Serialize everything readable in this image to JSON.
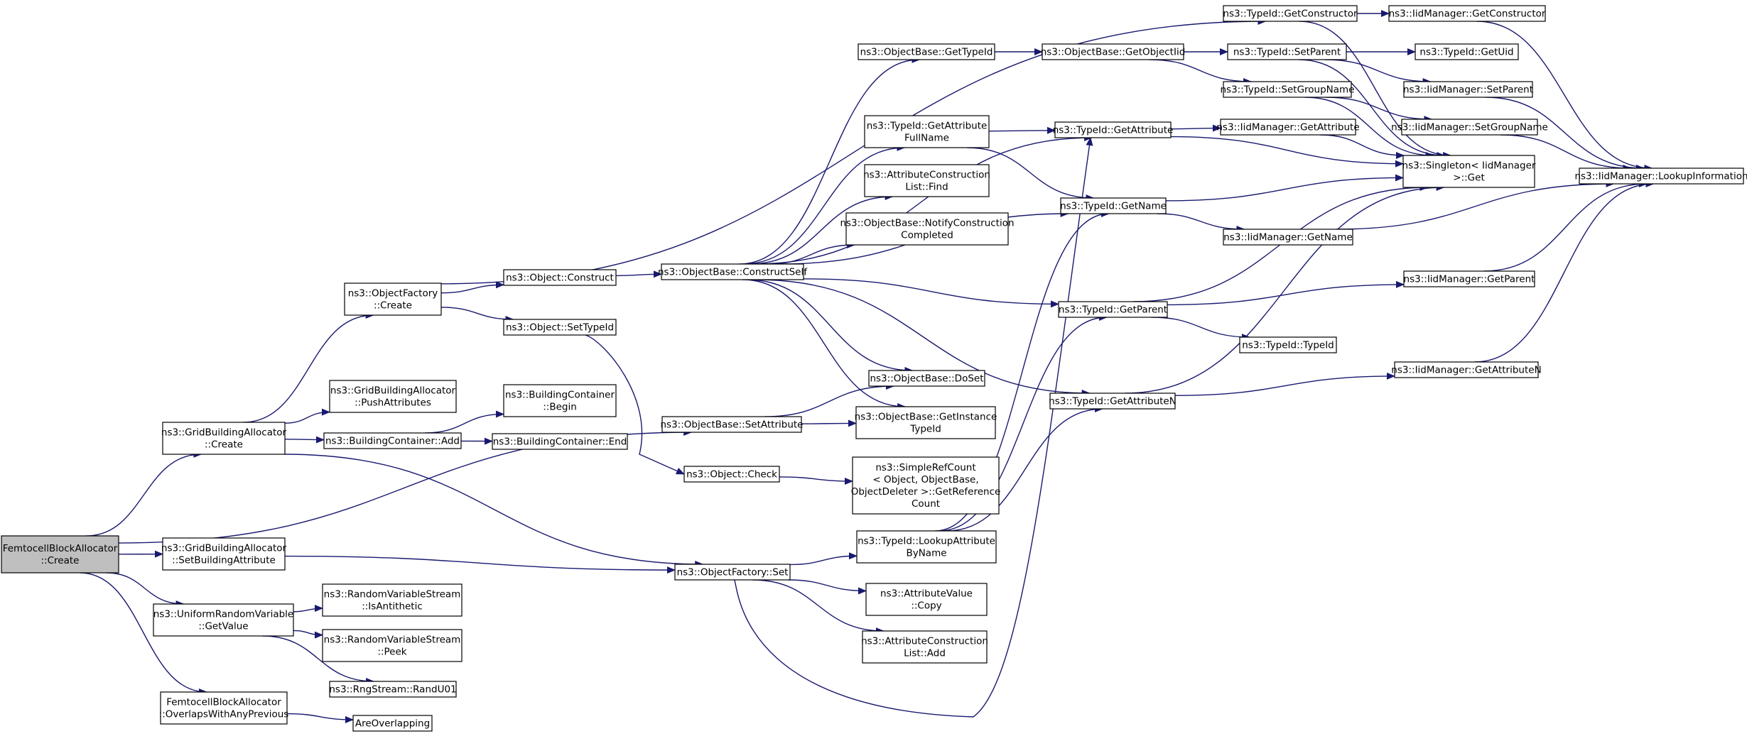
{
  "colors": {
    "edge": "#191970",
    "node_border": "#000000",
    "root_fill": "#bfbfbf",
    "node_fill": "#ffffff"
  },
  "nodes": {
    "femto_create": {
      "lines": [
        "FemtocellBlockAllocator",
        "::Create"
      ],
      "root": true
    },
    "grid_create": {
      "lines": [
        "ns3::GridBuildingAllocator",
        "::Create"
      ]
    },
    "grid_setattr": {
      "lines": [
        "ns3::GridBuildingAllocator",
        "::SetBuildingAttribute"
      ]
    },
    "urv_getvalue": {
      "lines": [
        "ns3::UniformRandomVariable",
        "::GetValue"
      ]
    },
    "femto_overlaps": {
      "lines": [
        "FemtocellBlockAllocator",
        "::OverlapsWithAnyPrevious"
      ]
    },
    "of_create": {
      "lines": [
        "ns3::ObjectFactory",
        "::Create"
      ]
    },
    "grid_push": {
      "lines": [
        "ns3::GridBuildingAllocator",
        "::PushAttributes"
      ]
    },
    "bc_add": {
      "lines": [
        "ns3::BuildingContainer::Add"
      ]
    },
    "rvs_anti": {
      "lines": [
        "ns3::RandomVariableStream",
        "::IsAntithetic"
      ]
    },
    "rvs_peek": {
      "lines": [
        "ns3::RandomVariableStream",
        "::Peek"
      ]
    },
    "rng_randu": {
      "lines": [
        "ns3::RngStream::RandU01"
      ]
    },
    "are_overlapping": {
      "lines": [
        "AreOverlapping"
      ]
    },
    "obj_construct": {
      "lines": [
        "ns3::Object::Construct"
      ]
    },
    "obj_settypeid": {
      "lines": [
        "ns3::Object::SetTypeId"
      ]
    },
    "bc_begin": {
      "lines": [
        "ns3::BuildingContainer",
        "::Begin"
      ]
    },
    "bc_end": {
      "lines": [
        "ns3::BuildingContainer::End"
      ]
    },
    "ob_setattr": {
      "lines": [
        "ns3::ObjectBase::SetAttribute"
      ]
    },
    "obj_check": {
      "lines": [
        "ns3::Object::Check"
      ]
    },
    "of_set": {
      "lines": [
        "ns3::ObjectFactory::Set"
      ]
    },
    "ob_constructself": {
      "lines": [
        "ns3::ObjectBase::ConstructSelf"
      ]
    },
    "ob_gettypeid": {
      "lines": [
        "ns3::ObjectBase::GetTypeId"
      ]
    },
    "tid_getattrfull": {
      "lines": [
        "ns3::TypeId::GetAttribute",
        "FullName"
      ]
    },
    "acl_find": {
      "lines": [
        "ns3::AttributeConstruction",
        "List::Find"
      ]
    },
    "ob_notify": {
      "lines": [
        "ns3::ObjectBase::NotifyConstruction",
        "Completed"
      ]
    },
    "ob_doset": {
      "lines": [
        "ns3::ObjectBase::DoSet"
      ]
    },
    "ob_getinst": {
      "lines": [
        "ns3::ObjectBase::GetInstance",
        "TypeId"
      ]
    },
    "src_getref": {
      "lines": [
        "ns3::SimpleRefCount",
        "< Object, ObjectBase,",
        "ObjectDeleter >::GetReference",
        "Count"
      ]
    },
    "tid_lookupattr": {
      "lines": [
        "ns3::TypeId::LookupAttribute",
        "ByName"
      ]
    },
    "av_copy": {
      "lines": [
        "ns3::AttributeValue",
        "::Copy"
      ]
    },
    "acl_add": {
      "lines": [
        "ns3::AttributeConstruction",
        "List::Add"
      ]
    },
    "ob_getobjectiid": {
      "lines": [
        "ns3::ObjectBase::GetObjectIid"
      ]
    },
    "tid_getattr": {
      "lines": [
        "ns3::TypeId::GetAttribute"
      ]
    },
    "tid_getname": {
      "lines": [
        "ns3::TypeId::GetName"
      ]
    },
    "tid_getparent": {
      "lines": [
        "ns3::TypeId::GetParent"
      ]
    },
    "tid_getattrn": {
      "lines": [
        "ns3::TypeId::GetAttributeN"
      ]
    },
    "tid_getconstructor": {
      "lines": [
        "ns3::TypeId::GetConstructor"
      ]
    },
    "tid_setparent": {
      "lines": [
        "ns3::TypeId::SetParent"
      ]
    },
    "tid_setgroupname": {
      "lines": [
        "ns3::TypeId::SetGroupName"
      ]
    },
    "iid_getattr": {
      "lines": [
        "ns3::IidManager::GetAttribute"
      ]
    },
    "iid_getname": {
      "lines": [
        "ns3::IidManager::GetName"
      ]
    },
    "tid_typeid": {
      "lines": [
        "ns3::TypeId::TypeId"
      ]
    },
    "iid_getconstructor": {
      "lines": [
        "ns3::IidManager::GetConstructor"
      ]
    },
    "tid_getuid": {
      "lines": [
        "ns3::TypeId::GetUid"
      ]
    },
    "iid_setparent": {
      "lines": [
        "ns3::IidManager::SetParent"
      ]
    },
    "iid_setgroupname": {
      "lines": [
        "ns3::IidManager::SetGroupName"
      ]
    },
    "singleton_get": {
      "lines": [
        "ns3::Singleton< IidManager",
        ">::Get"
      ]
    },
    "iid_getparent": {
      "lines": [
        "ns3::IidManager::GetParent"
      ]
    },
    "iid_getattrn": {
      "lines": [
        "ns3::IidManager::GetAttributeN"
      ]
    },
    "iid_lookupinfo": {
      "lines": [
        "ns3::IidManager::LookupInformation"
      ]
    }
  },
  "edges": [
    [
      "femto_create",
      "grid_create"
    ],
    [
      "femto_create",
      "grid_setattr"
    ],
    [
      "femto_create",
      "urv_getvalue"
    ],
    [
      "femto_create",
      "femto_overlaps"
    ],
    [
      "femto_create",
      "ob_setattr"
    ],
    [
      "grid_create",
      "of_create"
    ],
    [
      "grid_create",
      "grid_push"
    ],
    [
      "grid_create",
      "bc_add"
    ],
    [
      "grid_create",
      "of_set"
    ],
    [
      "grid_setattr",
      "of_set"
    ],
    [
      "urv_getvalue",
      "rvs_anti"
    ],
    [
      "urv_getvalue",
      "rvs_peek"
    ],
    [
      "urv_getvalue",
      "rng_randu"
    ],
    [
      "femto_overlaps",
      "are_overlapping"
    ],
    [
      "of_create",
      "tid_getconstructor"
    ],
    [
      "of_create",
      "obj_construct"
    ],
    [
      "of_create",
      "obj_settypeid"
    ],
    [
      "bc_add",
      "bc_begin"
    ],
    [
      "bc_add",
      "bc_end"
    ],
    [
      "obj_construct",
      "ob_constructself"
    ],
    [
      "obj_settypeid",
      "obj_check"
    ],
    [
      "ob_setattr",
      "ob_doset"
    ],
    [
      "ob_setattr",
      "ob_getinst"
    ],
    [
      "obj_check",
      "src_getref"
    ],
    [
      "of_set",
      "tid_lookupattr"
    ],
    [
      "of_set",
      "av_copy"
    ],
    [
      "of_set",
      "acl_add"
    ],
    [
      "of_set",
      "tid_getattr"
    ],
    [
      "ob_constructself",
      "ob_gettypeid"
    ],
    [
      "ob_constructself",
      "tid_getattr"
    ],
    [
      "ob_constructself",
      "tid_getattrfull"
    ],
    [
      "ob_constructself",
      "acl_find"
    ],
    [
      "ob_constructself",
      "ob_notify"
    ],
    [
      "ob_constructself",
      "tid_getname"
    ],
    [
      "ob_constructself",
      "tid_getparent"
    ],
    [
      "ob_constructself",
      "tid_getattrn"
    ],
    [
      "ob_constructself",
      "ob_doset"
    ],
    [
      "ob_constructself",
      "ob_getinst"
    ],
    [
      "ob_gettypeid",
      "ob_getobjectiid"
    ],
    [
      "tid_getattrfull",
      "tid_getattr"
    ],
    [
      "tid_getattrfull",
      "tid_getname"
    ],
    [
      "tid_lookupattr",
      "tid_getname"
    ],
    [
      "tid_lookupattr",
      "tid_getparent"
    ],
    [
      "tid_lookupattr",
      "tid_getattrn"
    ],
    [
      "ob_getobjectiid",
      "tid_setparent"
    ],
    [
      "ob_getobjectiid",
      "tid_setgroupname"
    ],
    [
      "tid_getattr",
      "iid_getattr"
    ],
    [
      "tid_getattr",
      "singleton_get"
    ],
    [
      "tid_getname",
      "iid_getname"
    ],
    [
      "tid_getname",
      "singleton_get"
    ],
    [
      "tid_getparent",
      "iid_getparent"
    ],
    [
      "tid_getparent",
      "tid_typeid"
    ],
    [
      "tid_getparent",
      "singleton_get"
    ],
    [
      "tid_getattrn",
      "iid_getattrn"
    ],
    [
      "tid_getattrn",
      "singleton_get"
    ],
    [
      "tid_getconstructor",
      "iid_getconstructor"
    ],
    [
      "tid_getconstructor",
      "singleton_get"
    ],
    [
      "tid_setparent",
      "tid_getuid"
    ],
    [
      "tid_setparent",
      "iid_setparent"
    ],
    [
      "tid_setparent",
      "singleton_get"
    ],
    [
      "tid_setgroupname",
      "iid_setgroupname"
    ],
    [
      "tid_setgroupname",
      "singleton_get"
    ],
    [
      "iid_getattr",
      "singleton_get"
    ],
    [
      "iid_getname",
      "iid_lookupinfo"
    ],
    [
      "iid_getconstructor",
      "iid_lookupinfo"
    ],
    [
      "iid_setparent",
      "iid_lookupinfo"
    ],
    [
      "iid_setgroupname",
      "iid_lookupinfo"
    ],
    [
      "iid_getparent",
      "iid_lookupinfo"
    ],
    [
      "iid_getattrn",
      "iid_lookupinfo"
    ]
  ]
}
